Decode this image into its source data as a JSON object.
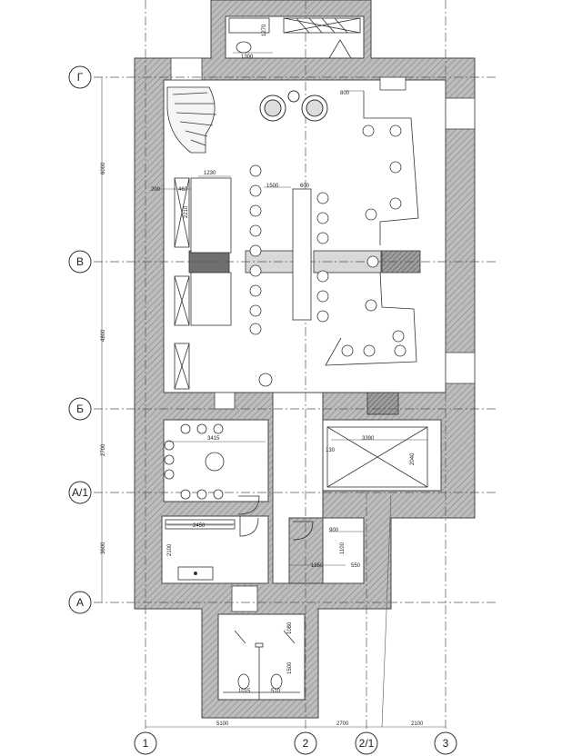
{
  "axes": {
    "rows": [
      "Г",
      "В",
      "Б",
      "А/1",
      "А"
    ],
    "cols": [
      "1",
      "2",
      "2/1",
      "3"
    ]
  },
  "dims": {
    "top_w1": "1300",
    "top_h1": "1270",
    "top_r": "800",
    "vert_gv": "6000",
    "vert_vb": "4800",
    "vert_ba1": "2700",
    "vert_a1a": "3600",
    "d1230": "1230",
    "d200": "200",
    "d460": "460",
    "d1500": "1500",
    "d600": "600",
    "d2210": "2210",
    "d3415": "3415",
    "d3390": "3390",
    "d130": "130",
    "d2040": "2040",
    "d2450": "2450",
    "d2100": "2100",
    "d900": "900",
    "d1100": "1100",
    "d1850": "1850",
    "d550": "550",
    "d1080": "1080",
    "d1500b": "1500",
    "d1015": "1015",
    "d510": "510",
    "bot_5100": "5100",
    "bot_2700": "2700",
    "bot_2100": "2100"
  }
}
